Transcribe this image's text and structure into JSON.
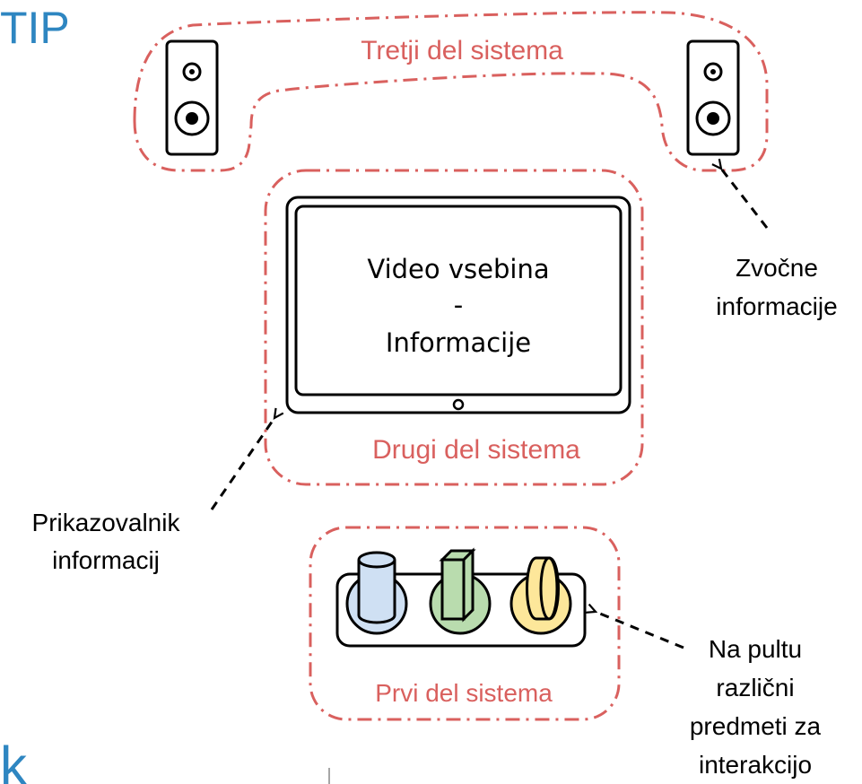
{
  "header": {
    "title_fragment": "TIP",
    "bottom_fragment": "k"
  },
  "groups": {
    "third": {
      "label": "Tretji del sistema"
    },
    "second": {
      "label": "Drugi del sistema"
    },
    "first": {
      "label": "Prvi del sistema"
    }
  },
  "screen": {
    "line1": "Video vsebina",
    "line2": "-",
    "line3": "Informacije"
  },
  "annotations": {
    "audio": [
      "Zvočne",
      "informacije"
    ],
    "display": [
      "Prikazovalnik",
      "informacij"
    ],
    "objects": [
      "Na pultu",
      "različni",
      "predmeti za",
      "interakcijo"
    ]
  },
  "colors": {
    "group_outline": "#d9605e",
    "group_label": "#d9605e",
    "header_text": "#2e86c1",
    "cylinder": "#cfe0f3",
    "box": "#b9dcae",
    "disc": "#fde79a",
    "outline": "#000000"
  }
}
